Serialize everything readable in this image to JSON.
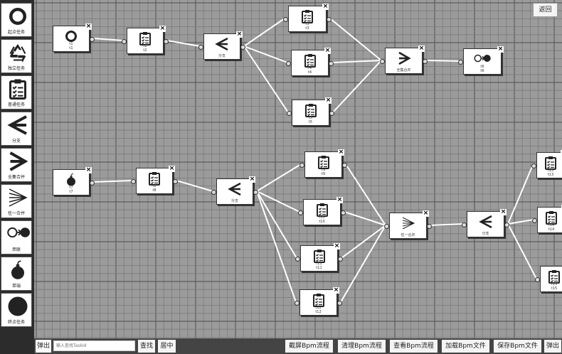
{
  "palette": [
    {
      "label": "起点任务",
      "icon": "start-circle-icon"
    },
    {
      "label": "独立任务",
      "icon": "recycle-icon"
    },
    {
      "label": "普通任务",
      "icon": "clipboard-icon"
    },
    {
      "label": "分支",
      "icon": "branch-icon"
    },
    {
      "label": "全集合并",
      "icon": "full-merge-icon"
    },
    {
      "label": "任一合并",
      "icon": "any-merge-icon"
    },
    {
      "label": "串联",
      "icon": "serial-icon"
    },
    {
      "label": "单端",
      "icon": "bomb-icon"
    },
    {
      "label": "终点任务",
      "icon": "end-circle-icon"
    }
  ],
  "nodes": [
    {
      "id": "n1",
      "icon": "start",
      "lines": [
        "t1",
        "t1"
      ]
    },
    {
      "id": "n2",
      "icon": "task",
      "lines": [
        "t2",
        "t2"
      ]
    },
    {
      "id": "n3",
      "icon": "branch",
      "lines": [
        "分支"
      ]
    },
    {
      "id": "n4",
      "icon": "task",
      "lines": [
        "t3",
        "t3"
      ]
    },
    {
      "id": "n5",
      "icon": "task",
      "lines": [
        "t4",
        "t4"
      ]
    },
    {
      "id": "n6",
      "icon": "task",
      "lines": [
        "t5",
        "t5"
      ]
    },
    {
      "id": "n7",
      "icon": "merge",
      "lines": [
        "全集合并"
      ]
    },
    {
      "id": "n8",
      "icon": "serial",
      "lines": [
        "t6",
        "t6"
      ]
    },
    {
      "id": "n9",
      "icon": "bomb",
      "lines": [
        "t7",
        "t7"
      ]
    },
    {
      "id": "n10",
      "icon": "task",
      "lines": [
        "t8",
        "t8"
      ]
    },
    {
      "id": "n11",
      "icon": "branch",
      "lines": [
        "分支"
      ]
    },
    {
      "id": "n12",
      "icon": "task",
      "lines": [
        "t9",
        "t9"
      ]
    },
    {
      "id": "n13",
      "icon": "task",
      "lines": [
        "t10",
        "t10"
      ]
    },
    {
      "id": "n14",
      "icon": "task",
      "lines": [
        "t11",
        "t11"
      ]
    },
    {
      "id": "n15",
      "icon": "task",
      "lines": [
        "t12",
        "t12"
      ]
    },
    {
      "id": "n16",
      "icon": "anymerge",
      "lines": [
        "任一合并"
      ]
    },
    {
      "id": "n17",
      "icon": "branch",
      "lines": [
        "分支"
      ]
    },
    {
      "id": "n18",
      "icon": "task",
      "lines": [
        "t13",
        "t13"
      ]
    },
    {
      "id": "n19",
      "icon": "task",
      "lines": [
        "t14",
        "t14"
      ]
    },
    {
      "id": "n20",
      "icon": "task",
      "lines": [
        "t15",
        "t15"
      ]
    }
  ],
  "edges": [
    [
      "n1",
      "n2"
    ],
    [
      "n2",
      "n3"
    ],
    [
      "n3",
      "n4"
    ],
    [
      "n3",
      "n5"
    ],
    [
      "n3",
      "n6"
    ],
    [
      "n4",
      "n7"
    ],
    [
      "n5",
      "n7"
    ],
    [
      "n6",
      "n7"
    ],
    [
      "n7",
      "n8"
    ],
    [
      "n9",
      "n10"
    ],
    [
      "n10",
      "n11"
    ],
    [
      "n11",
      "n12"
    ],
    [
      "n11",
      "n13"
    ],
    [
      "n11",
      "n14"
    ],
    [
      "n11",
      "n15"
    ],
    [
      "n12",
      "n16"
    ],
    [
      "n13",
      "n16"
    ],
    [
      "n14",
      "n16"
    ],
    [
      "n15",
      "n16"
    ],
    [
      "n16",
      "n17"
    ],
    [
      "n17",
      "n18"
    ],
    [
      "n17",
      "n19"
    ],
    [
      "n17",
      "n20"
    ]
  ],
  "back_label": "返回",
  "toolbar": {
    "popup_left": "弹出",
    "search_placeholder": "输入查找TaskId",
    "search_btn": "查找",
    "center_btn": "居中",
    "screenshot_btn": "截屏Bpm流程",
    "clear_btn": "清理Bpm流程",
    "view_btn": "查看Bpm流程",
    "load_btn": "加载Bpm文件",
    "save_btn": "保存Bpm文件",
    "popup_right": "弹出"
  },
  "close_glyph": "×"
}
